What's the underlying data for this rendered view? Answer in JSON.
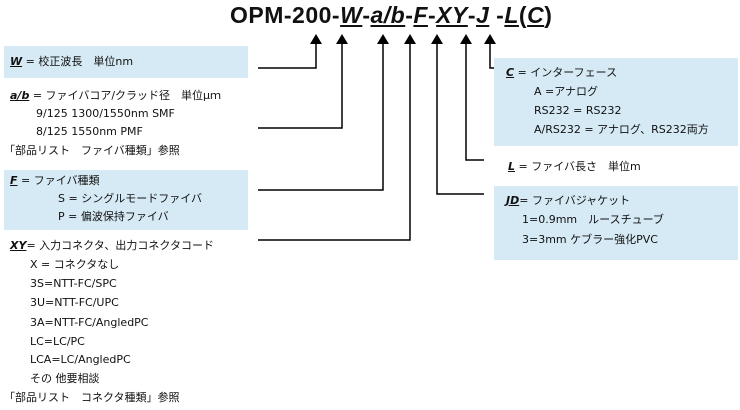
{
  "title": {
    "prefix": "OPM-200-",
    "w": "W",
    "sep1": "-",
    "ab": "a/b",
    "sep2": "-",
    "f": "F",
    "sep3": "-",
    "xy": "XY",
    "sep4": "-",
    "j": "J",
    "sep5": " -",
    "l": "L",
    "paren_open": "(",
    "c": "C",
    "paren_close": ")"
  },
  "w_box": {
    "key": "W",
    "text": " = 校正波長　単位nm"
  },
  "ab_block": {
    "key": "a/b",
    "text": " = ファイバコア/クラッド径　単位μｍ",
    "line1": "9/125  1300/1550nm SMF",
    "line2": "8/125  1550nm PMF",
    "ref": "「部品リスト　ファイバ種類」参照"
  },
  "f_box": {
    "key": "F",
    "text": " = ファイバ種類",
    "line1": "S = シングルモードファイバ",
    "line2": "P = 偏波保持ファイバ"
  },
  "xy_block": {
    "key": "XY",
    "text": "= 入力コネクタ、出力コネクタコード",
    "items": [
      "X = コネクタなし",
      "3S=NTT-FC/SPC",
      "3U=NTT-FC/UPC",
      "3A=NTT-FC/AngledPC",
      "LC=LC/PC",
      "LCA=LC/AngledPC",
      "その 他要相談"
    ],
    "ref": "「部品リスト　コネクタ種類」参照"
  },
  "c_box": {
    "key": "C",
    "text": " =  インターフェース",
    "line1": "A =アナログ",
    "line2": "RS232 = RS232",
    "line3": "A/RS232 = アナログ、RS232両方"
  },
  "l_block": {
    "key": "L",
    "text": " = ファイバ長さ　単位m"
  },
  "jd_box": {
    "key": "JD",
    "text": "= ファイバジャケット",
    "line1": "1=0.9mm　ルースチューブ",
    "line2": "3=3mm ケブラー強化PVC"
  },
  "colors": {
    "box_fill": "#d6eaf5",
    "line": "#000000"
  }
}
